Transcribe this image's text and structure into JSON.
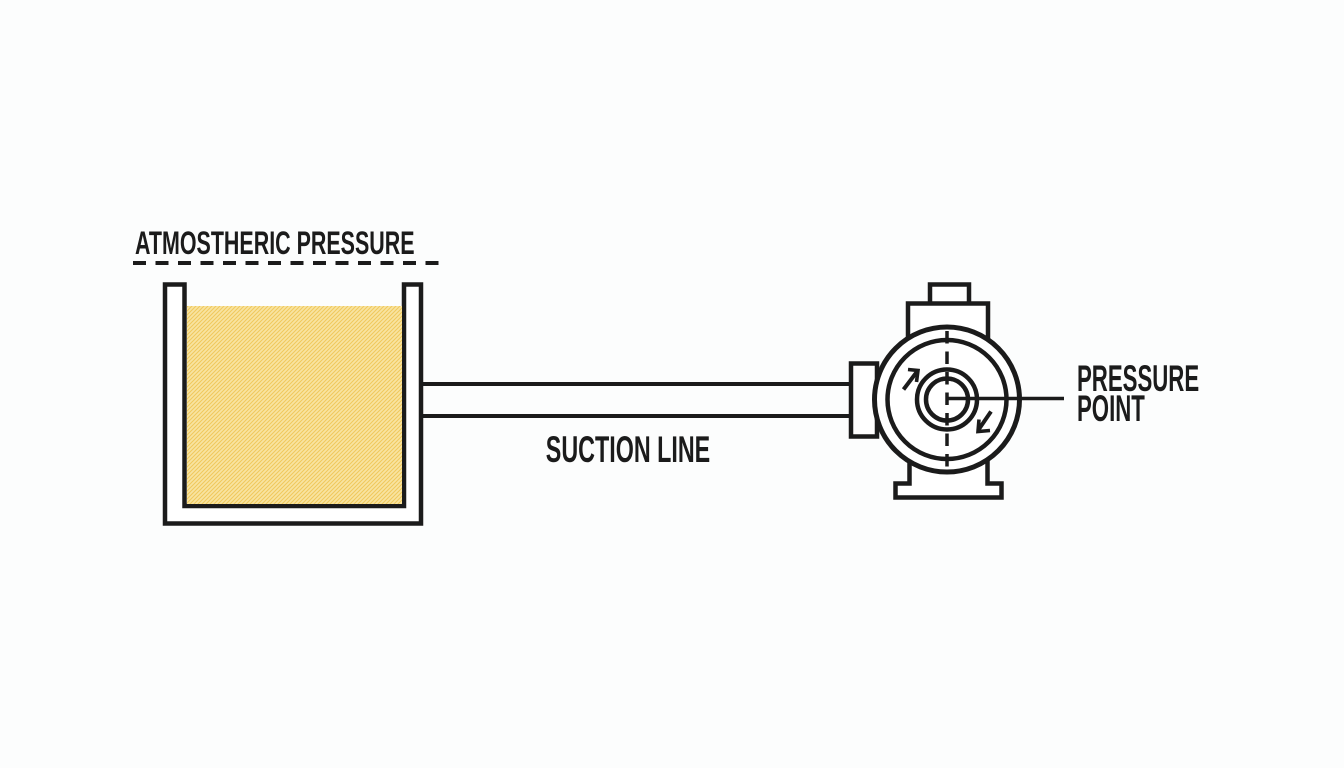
{
  "labels": {
    "atmospheric_pressure": "ATMOSTHERIC PRESSURE",
    "suction_line": "SUCTION LINE",
    "pressure_point_line1": "PRESSURE",
    "pressure_point_line2": "POINT"
  },
  "colors": {
    "ink": "#1b1b1b",
    "background": "#fcfdfd",
    "liquid_base": "#f0c85c",
    "liquid_stripe": "#f8e4a1"
  },
  "diagram": {
    "type": "pump-suction-schematic",
    "components": [
      "atmospheric-pressure-boundary",
      "open-top-tank",
      "hatched-liquid",
      "suction-line-pipe",
      "centrifugal-pump",
      "pressure-point-leader"
    ],
    "pump_rotation_arrows": [
      "up-right",
      "down-left"
    ]
  }
}
